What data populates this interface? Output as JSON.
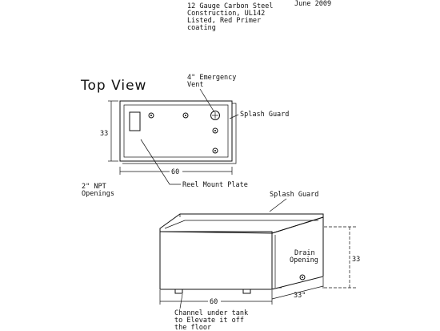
{
  "header": {
    "spec_lines": [
      "12 Gauge Carbon Steel",
      "Construction, UL142",
      "Listed, Red Primer",
      "coating"
    ],
    "date": "June 2009"
  },
  "top_view": {
    "title": "Top View",
    "vent_label_lines": [
      "4\" Emergency",
      "Vent"
    ],
    "splash_guard_label": "Splash Guard",
    "width_dim": "60",
    "height_dim": "33",
    "npt_label_lines": [
      "2\" NPT",
      "Openings"
    ],
    "reel_mount_label": "Reel Mount Plate"
  },
  "iso_view": {
    "splash_guard_label": "Splash Guard",
    "drain_label_lines": [
      "Drain",
      "Opening"
    ],
    "height_dim": "33",
    "length_dim": "60",
    "depth_dim": "33\"",
    "channel_label_lines": [
      "Channel under tank",
      "to Elevate it off",
      "the floor"
    ]
  }
}
